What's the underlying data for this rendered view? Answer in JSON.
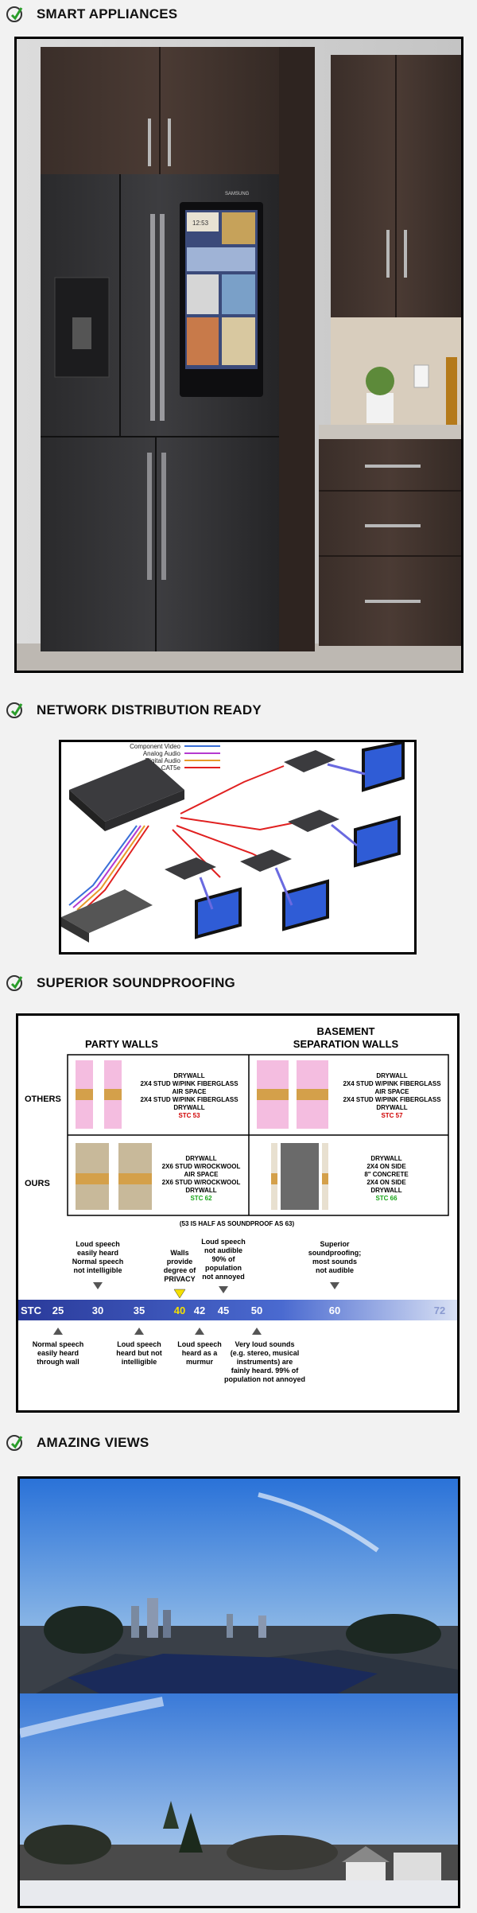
{
  "sections": [
    {
      "title": "SMART APPLIANCES"
    },
    {
      "title": "NETWORK DISTRIBUTION READY"
    },
    {
      "title": "SUPERIOR SOUNDPROOFING"
    },
    {
      "title": "AMAZING VIEWS"
    }
  ],
  "fridge": {
    "brand": "SAMSUNG",
    "screen_time": "12:53"
  },
  "network": {
    "legend": [
      "Component Video",
      "Analog Audio",
      "Digital Audio",
      "CAT5e"
    ],
    "legend_colors": [
      "#3a6fd8",
      "#b43ad0",
      "#e89a2a",
      "#e02020"
    ]
  },
  "sound": {
    "col_party": "PARTY WALLS",
    "col_basement_1": "BASEMENT",
    "col_basement_2": "SEPARATION WALLS",
    "row_others": "OTHERS",
    "row_ours": "OURS",
    "others_party": [
      "DRYWALL",
      "2X4 STUD W/PINK FIBERGLASS",
      "AIR SPACE",
      "2X4 STUD W/PINK FIBERGLASS",
      "DRYWALL"
    ],
    "others_party_stc": "STC 53",
    "others_base": [
      "DRYWALL",
      "2X4 STUD W/PINK FIBERGLASS",
      "AIR SPACE",
      "2X4 STUD W/PINK FIBERGLASS",
      "DRYWALL"
    ],
    "others_base_stc": "STC 57",
    "ours_party": [
      "DRYWALL",
      "2X6 STUD W/ROCKWOOL",
      "AIR SPACE",
      "2X6 STUD W/ROCKWOOL",
      "DRYWALL"
    ],
    "ours_party_stc": "STC 62",
    "ours_base": [
      "DRYWALL",
      "2X4 ON SIDE",
      "8\" CONCRETE",
      "2X4 ON SIDE",
      "DRYWALL"
    ],
    "ours_base_stc": "STC 66",
    "note": "(53 IS HALF AS SOUNDPROOF AS 63)",
    "scale_label": "STC",
    "scale": [
      "25",
      "30",
      "35",
      "40",
      "42",
      "45",
      "50",
      "60",
      "72"
    ],
    "top_1": [
      "Loud speech",
      "easily heard",
      "Normal speech",
      "not intelligible"
    ],
    "top_2": [
      "Walls",
      "provide",
      "degree of",
      "PRIVACY"
    ],
    "top_3": [
      "Loud speech",
      "not audible",
      "90% of",
      "population",
      "not annoyed"
    ],
    "top_4": [
      "Superior",
      "soundproofing;",
      "most sounds",
      "not audible"
    ],
    "bot_1": [
      "Normal speech",
      "easily heard",
      "through wall"
    ],
    "bot_2": [
      "Loud speech",
      "heard but not",
      "intelligible"
    ],
    "bot_3": [
      "Loud speech",
      "heard as a",
      "murmur"
    ],
    "bot_4": [
      "Very loud sounds",
      "(e.g. stereo, musical",
      "instruments) are",
      "fainly heard. 99% of",
      "population not annoyed"
    ]
  },
  "colors": {
    "accent_green": "#2a9d2a",
    "stc_red": "#d00000",
    "stc_green": "#1aa51a",
    "highlight_yellow": "#f4e000"
  }
}
